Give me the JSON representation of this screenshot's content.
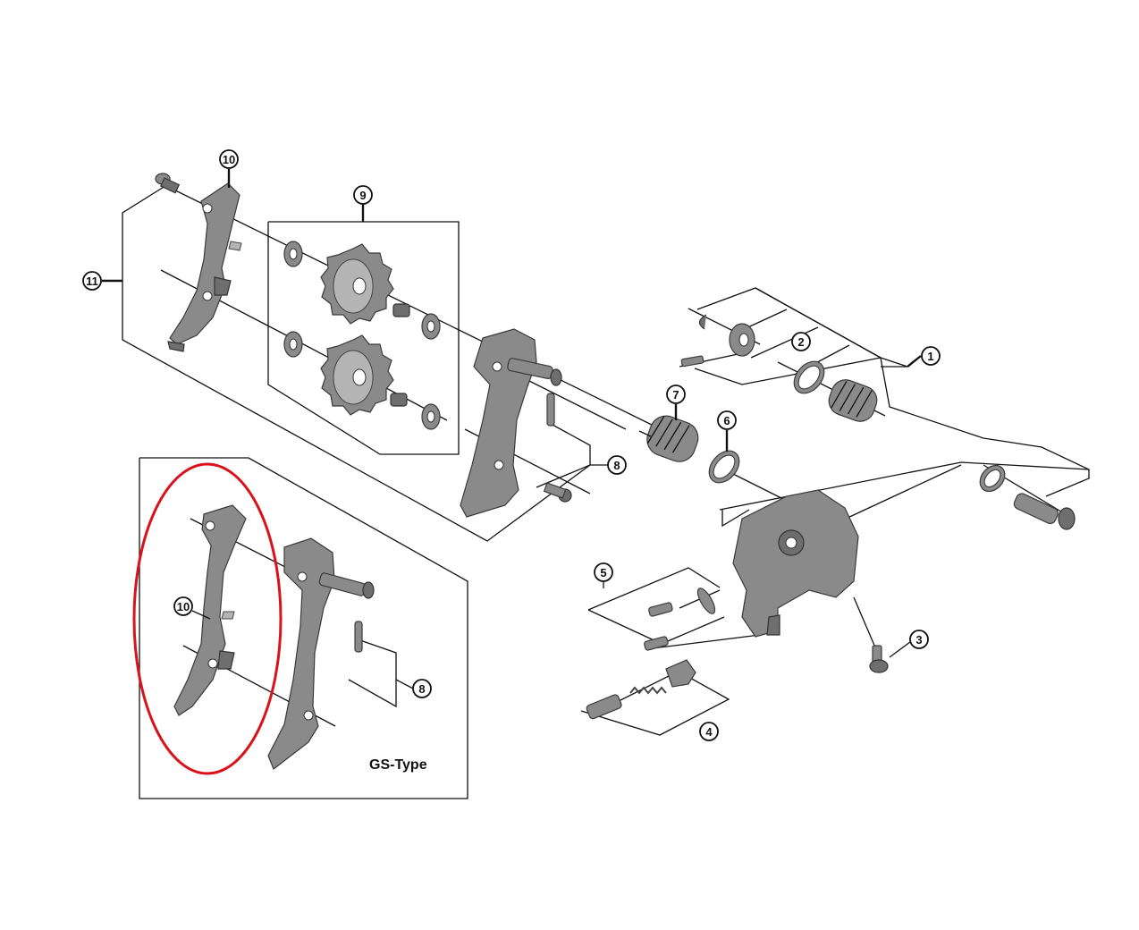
{
  "callouts": {
    "c1": "1",
    "c2": "2",
    "c3": "3",
    "c4": "4",
    "c5": "5",
    "c6": "6",
    "c7": "7",
    "c8a": "8",
    "c8b": "8",
    "c9": "9",
    "c10a": "10",
    "c10b": "10",
    "c11": "11"
  },
  "inset": {
    "label": "GS-Type",
    "highlight_color": "#d9121b"
  },
  "colors": {
    "part_fill": "#8a8a8a",
    "line": "#111111"
  }
}
